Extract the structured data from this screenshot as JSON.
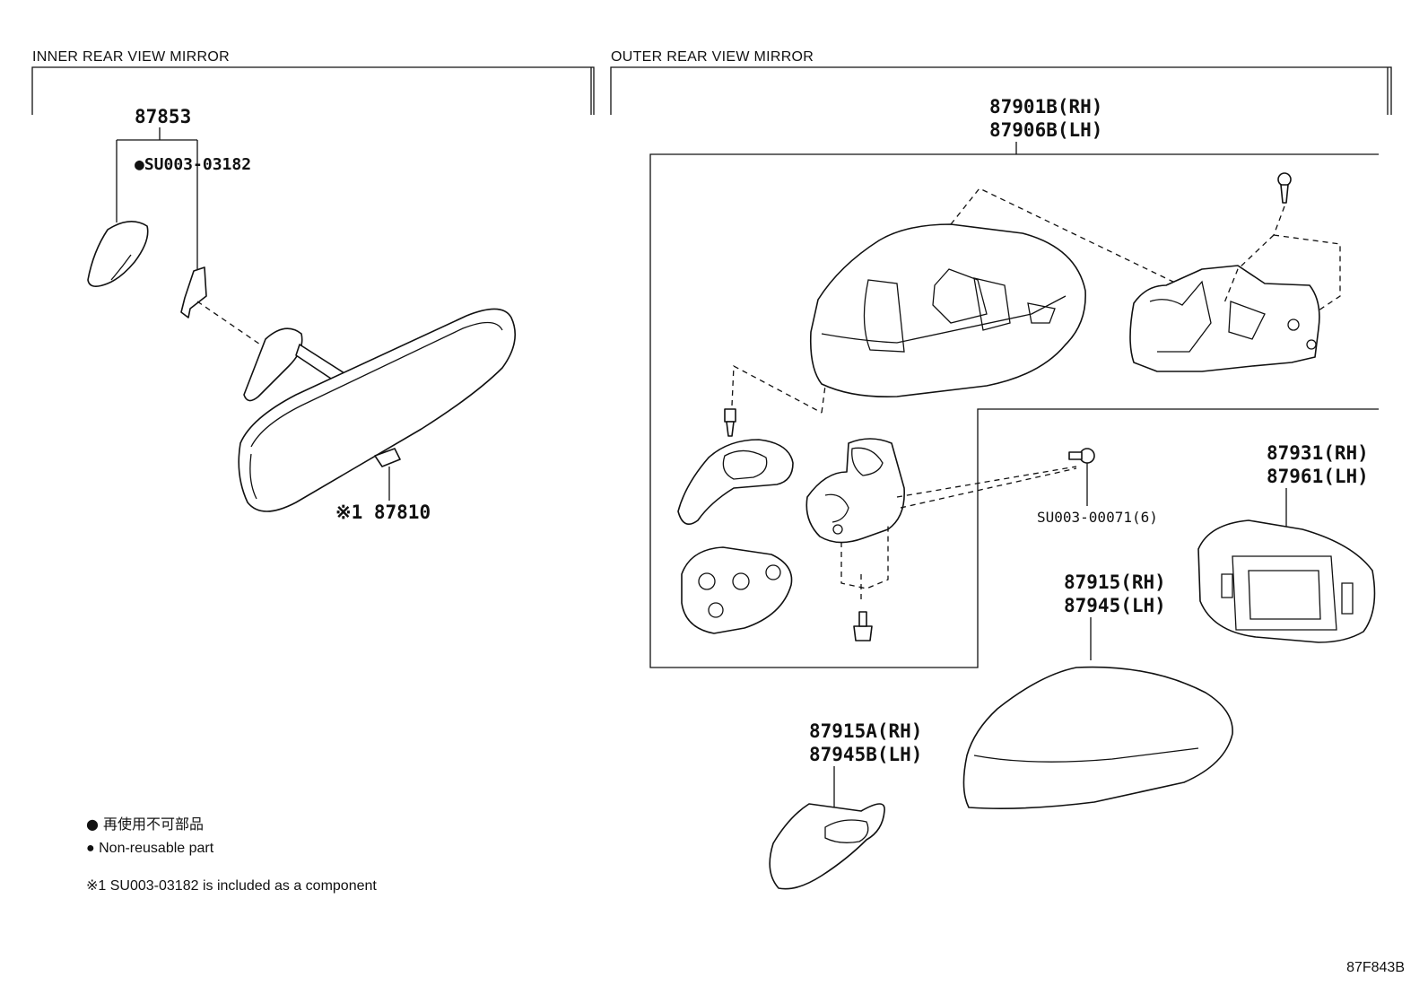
{
  "sections": {
    "inner_title": "INNER REAR VIEW MIRROR",
    "outer_title": "OUTER REAR VIEW MIRROR"
  },
  "parts": {
    "p87853": "87853",
    "su003_03182": "●SU003-03182",
    "p87810": "※1 87810",
    "p87901b": "87901B(RH)",
    "p87906b": "87906B(LH)",
    "su003_00071": "SU003-00071(6)",
    "p87931": "87931(RH)",
    "p87961": "87961(LH)",
    "p87915": "87915(RH)",
    "p87945": "87945(LH)",
    "p87915a": "87915A(RH)",
    "p87945b": "87945B(LH)"
  },
  "legend": {
    "bullet_jp": "● 再使用不可部品",
    "bullet_en": "● Non-reusable part",
    "note": "※1  SU003-03182 is included as a component"
  },
  "figure_code": "87F843B"
}
